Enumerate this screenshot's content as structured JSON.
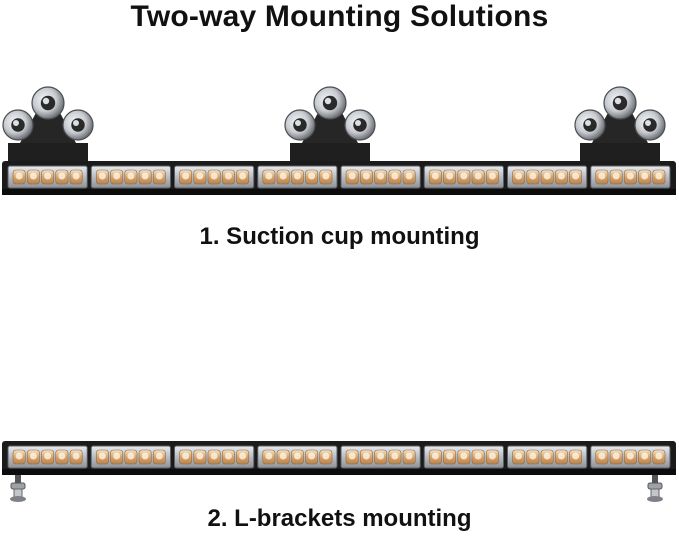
{
  "title": "Two-way Mounting Solutions",
  "sections": [
    {
      "caption": "1. Suction cup mounting",
      "mount_type": "suction-cup",
      "suction_mounts": 3
    },
    {
      "caption": "2. L-brackets mounting",
      "mount_type": "l-bracket",
      "brackets": 2
    }
  ],
  "light_bar": {
    "modules": 8,
    "leds_per_module": 5
  },
  "colors": {
    "led_amber": "#d9a46a",
    "housing": "#1b1b1b",
    "lens": "#c9ccd0"
  }
}
